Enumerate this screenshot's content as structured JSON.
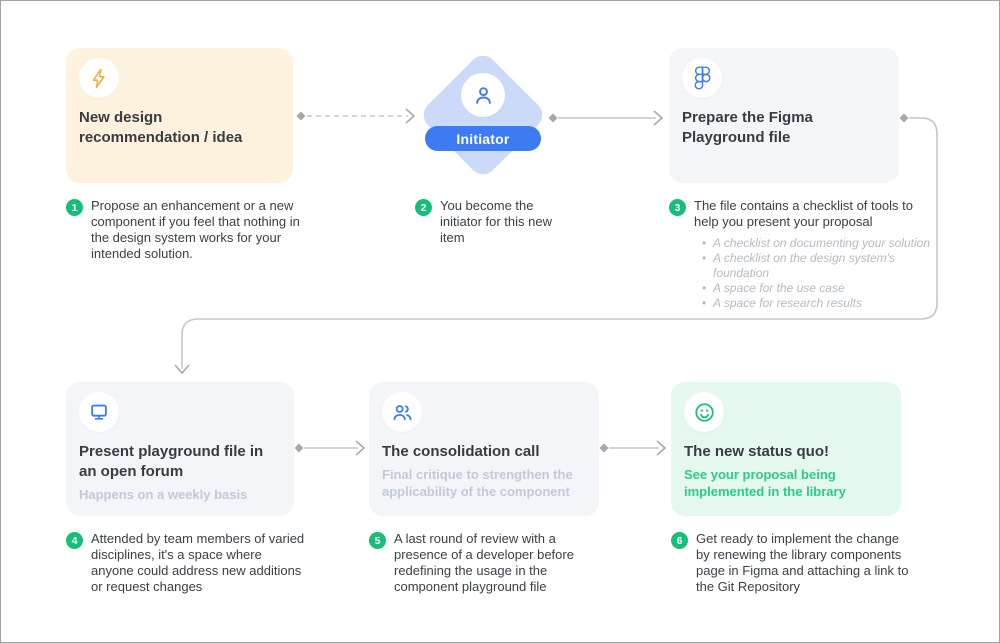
{
  "colors": {
    "card_cream": "#fcf2de",
    "card_gray": "#f3f5f9",
    "card_green": "#e4f8ee",
    "accent_blue": "#3d7bf2",
    "diamond_blue": "#cbdaf9",
    "badge_green": "#17be77",
    "green_text": "#2bcc87",
    "bolt_orange": "#f2ae43",
    "muted": "#c3c9d8",
    "connector": "#c6c6c6"
  },
  "nodes": [
    {
      "title": "New design recommendation / idea",
      "icon": "lightning-icon"
    },
    {
      "label": "Initiator",
      "icon": "person-icon"
    },
    {
      "title": "Prepare the Figma Playground file",
      "icon": "figma-icon"
    },
    {
      "title": "Present playground file in an open forum",
      "subtitle": "Happens on a weekly basis",
      "icon": "monitor-icon"
    },
    {
      "title": "The consolidation call",
      "subtitle": "Final critique to strengthen the applicability of the component",
      "icon": "people-icon"
    },
    {
      "title": "The new status quo!",
      "subtitle": "See your proposal being implemented in the library",
      "icon": "smiley-icon"
    }
  ],
  "steps": [
    {
      "number": "1",
      "text": "Propose an enhancement or a new component if you feel that nothing in the design system works for your intended solution."
    },
    {
      "number": "2",
      "text": "You become the initiator for this new item"
    },
    {
      "number": "3",
      "text": "The file contains a checklist of tools to help you present your proposal",
      "bullets": [
        "A checklist on documenting your solution",
        "A checklist on the design system's foundation",
        "A space for the use case",
        "A space for research results"
      ]
    },
    {
      "number": "4",
      "text": "Attended by team members of varied disciplines, it's a space where anyone could address new additions or request changes"
    },
    {
      "number": "5",
      "text": "A last round of review with a presence of a developer before redefining the usage in the component playground file"
    },
    {
      "number": "6",
      "text": "Get ready to implement the change by renewing the library components page in Figma and attaching a link to the Git Repository"
    }
  ]
}
